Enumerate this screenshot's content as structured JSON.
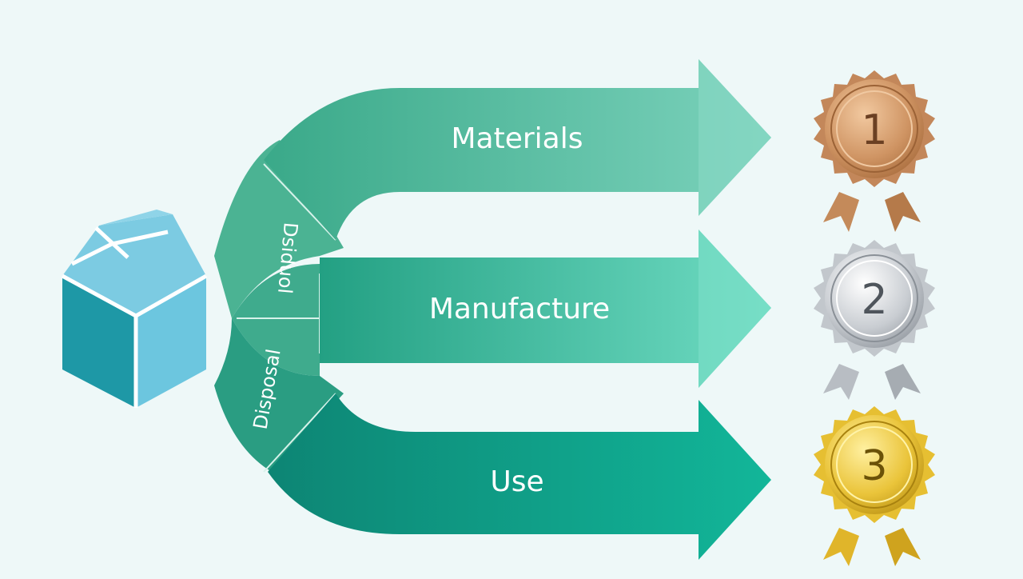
{
  "arrows": [
    {
      "label": "Materials",
      "color_start": "#3fb08e",
      "color_end": "#7dd3bd"
    },
    {
      "label": "Manufacture",
      "color_start": "#2aa888",
      "color_end": "#6fddc4"
    },
    {
      "label": "Use",
      "color_start": "#0f8a78",
      "color_end": "#11b79a"
    }
  ],
  "branch_labels": {
    "upper": "Dsiduol",
    "lower": "Disposal"
  },
  "medals": [
    {
      "number": "1",
      "material": "bronze",
      "color": "#c98a55"
    },
    {
      "number": "2",
      "material": "silver",
      "color": "#b9bec4"
    },
    {
      "number": "3",
      "material": "gold",
      "color": "#e7c034"
    }
  ],
  "box_icon": "package-box-icon"
}
